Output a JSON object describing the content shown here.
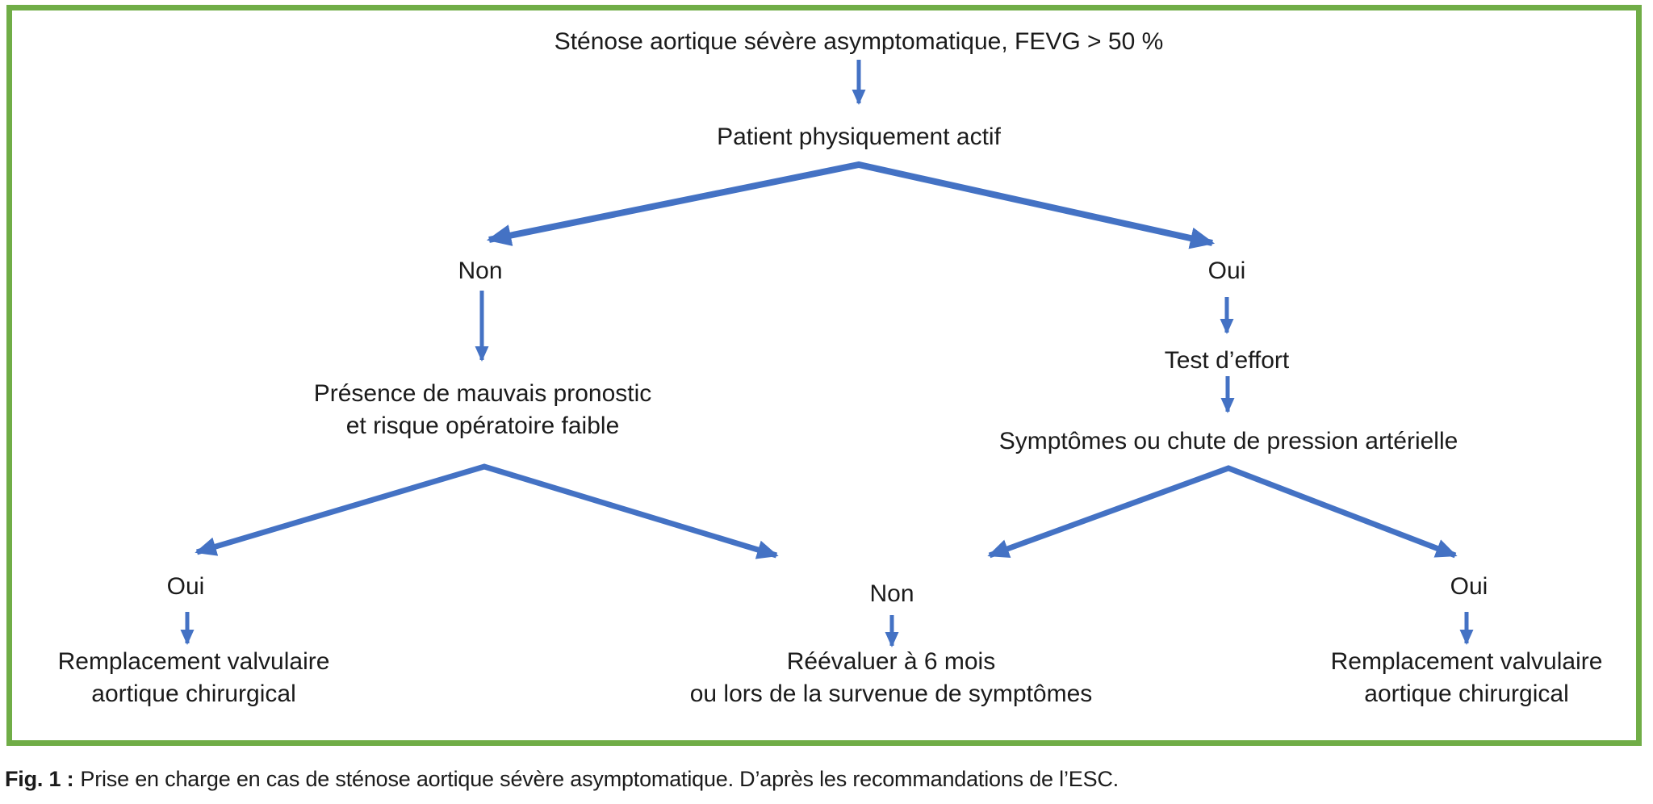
{
  "colors": {
    "border": "#70AD47",
    "arrow": "#4472C4",
    "text": "#1B1B1B",
    "bg": "#FFFFFF"
  },
  "flowchart": {
    "root": "Sténose aortique sévère asymptomatique, FEVG > 50 %",
    "activity_question": "Patient physiquement actif",
    "activity_no": "Non",
    "activity_yes": "Oui",
    "prognosis": {
      "line1": "Présence de mauvais pronostic",
      "line2": "et risque opératoire faible"
    },
    "stress_test": "Test d’effort",
    "stress_result": "Symptômes ou chute de pression artérielle",
    "prognosis_yes": "Oui",
    "stress_no": "Non",
    "stress_yes": "Oui",
    "avr_left": {
      "line1": "Remplacement valvulaire",
      "line2": "aortique chirurgical"
    },
    "reevaluate": {
      "line1": "Réévaluer à 6 mois",
      "line2": "ou lors de la survenue de symptômes"
    },
    "avr_right": {
      "line1": "Remplacement valvulaire",
      "line2": "aortique chirurgical"
    }
  },
  "caption": {
    "label": "Fig. 1 :",
    "text": "Prise en charge en cas de sténose aortique sévère asymptomatique. D’après les recommandations de l’ESC."
  }
}
